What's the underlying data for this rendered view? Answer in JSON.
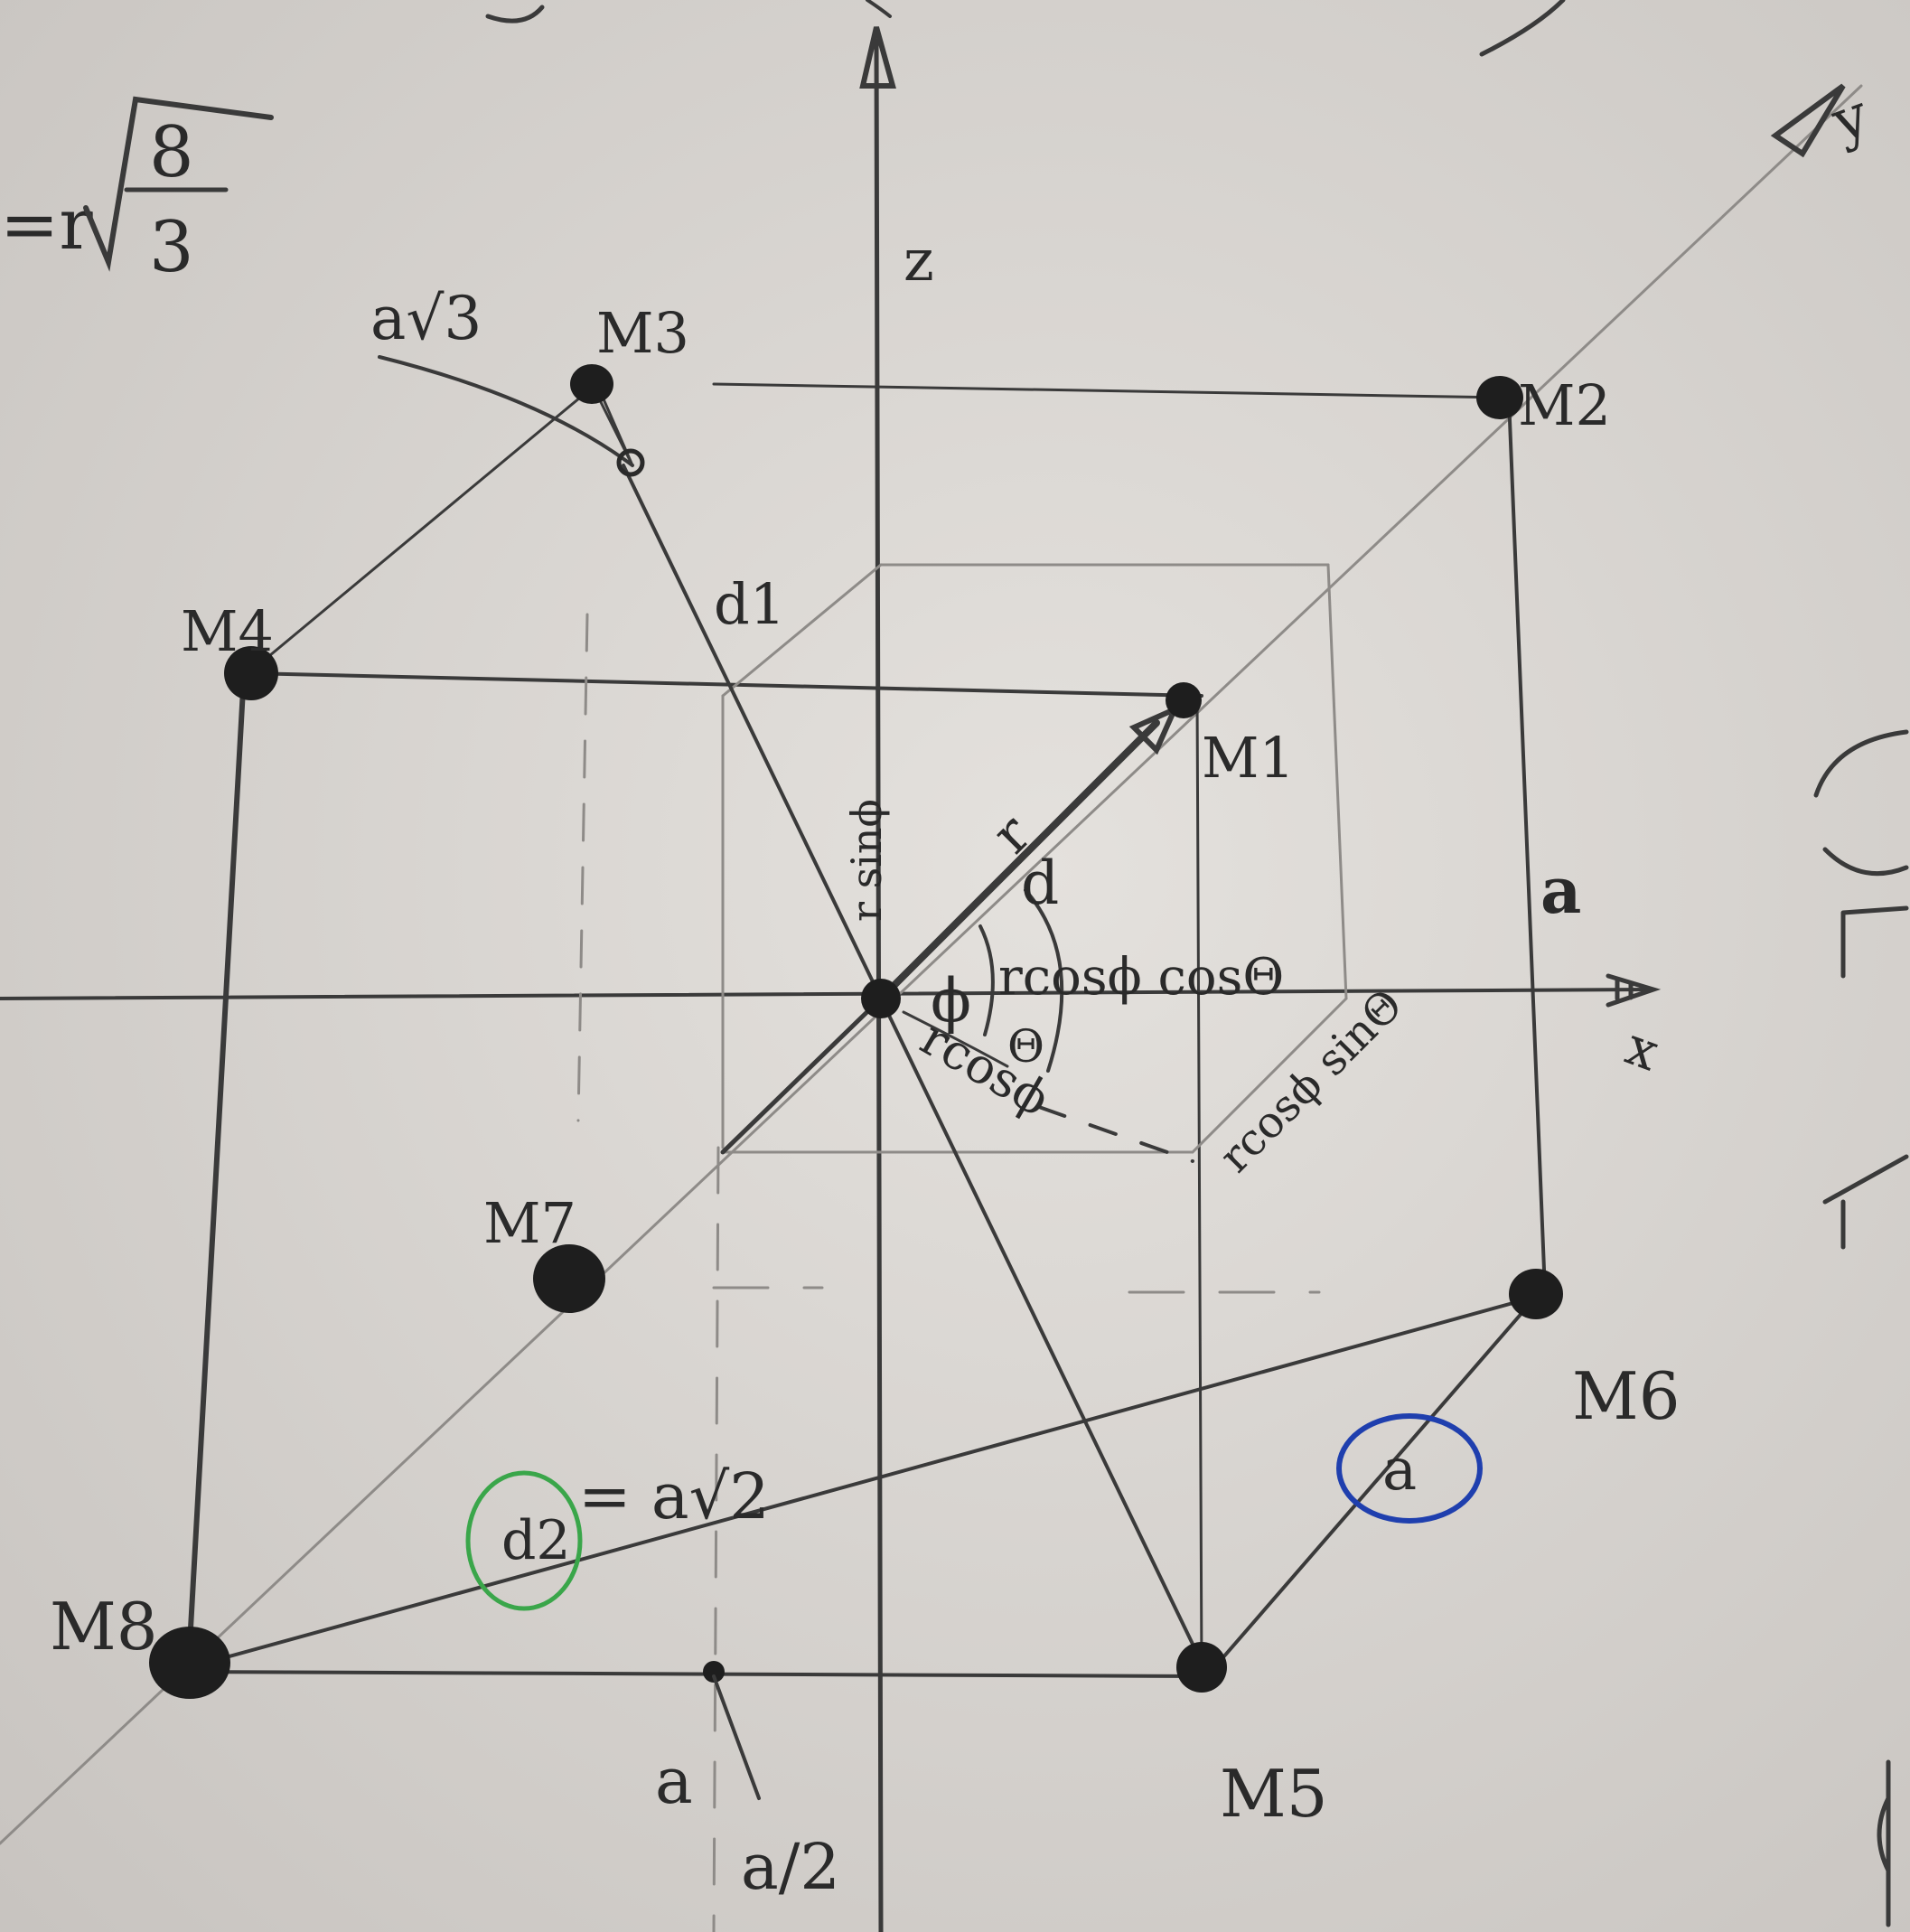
{
  "top_left_formula": {
    "prefix": "=r",
    "numerator": "8",
    "denominator": "3"
  },
  "axes": {
    "z": "z",
    "y": "y",
    "x": "x"
  },
  "masses": {
    "m1": "M1",
    "m2": "M2",
    "m3": "M3",
    "m4": "M4",
    "m5": "M5",
    "m6": "M6",
    "m7": "M7",
    "m8": "M8"
  },
  "annotations": {
    "a_sqrt3": "a√3",
    "d1": "d1",
    "r": "r",
    "d": "d",
    "phi": "ϕ",
    "theta": "Θ",
    "r_sin_phi": "r sinϕ",
    "r_cos_phi_cos_theta": "rcosϕ cosΘ",
    "r_cos_phi": "rcosϕ",
    "r_cos_phi_sin_theta": "rcosϕ sinΘ",
    "edge_a_right": "a",
    "edge_a_circled": "a",
    "d2": "d2",
    "eq_a_sqrt2": "= a√2",
    "bottom_a": "a",
    "a_half": "a/2"
  },
  "colors": {
    "green_circle": "#3aa64a",
    "blue_circle": "#1f3fae"
  }
}
